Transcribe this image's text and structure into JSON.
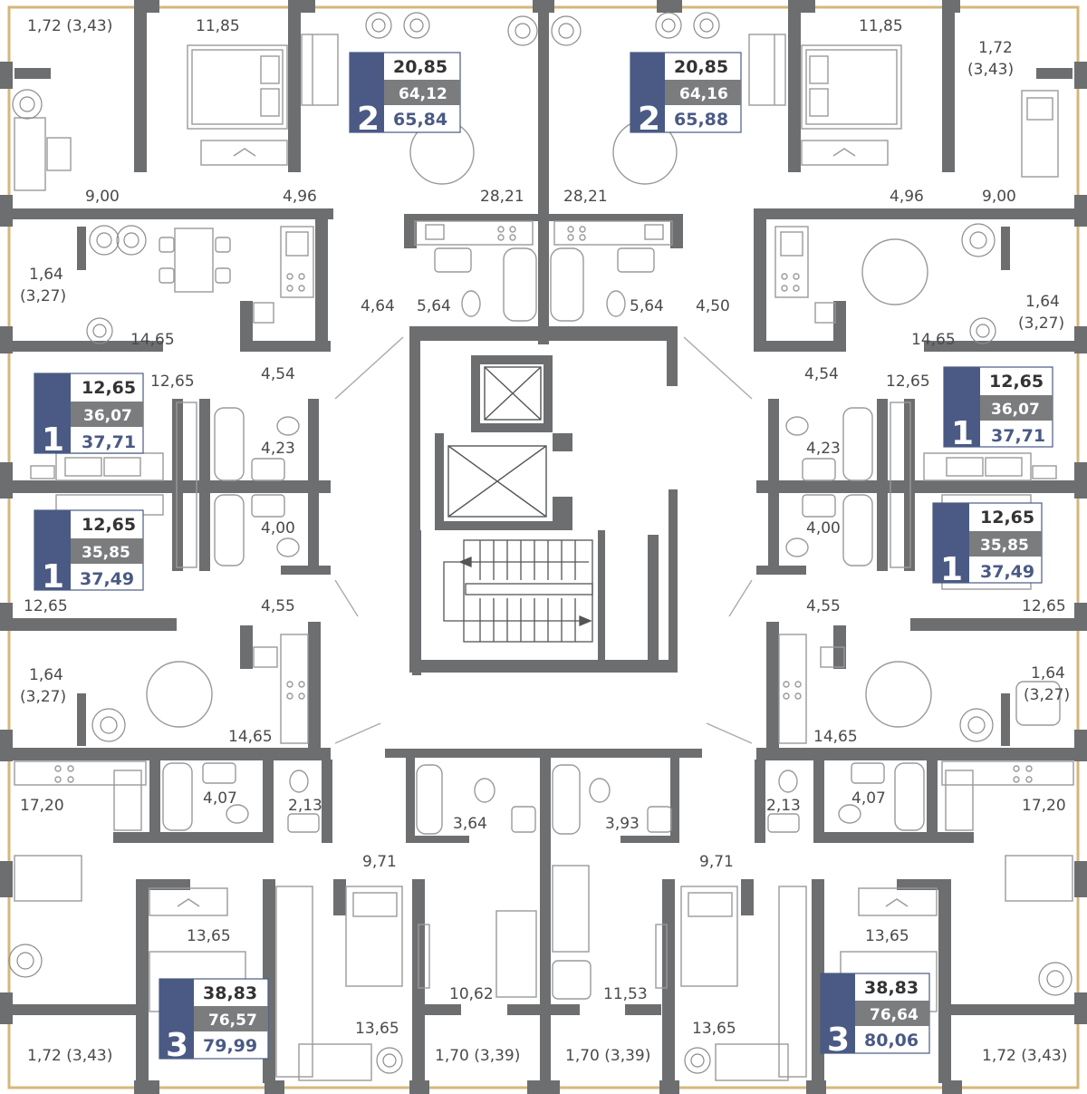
{
  "colors": {
    "wall": "#6d6e70",
    "outline": "#d6b77a",
    "badge_accent": "#4a5a85",
    "badge_mid": "#7b7c7e",
    "furniture": "#9a9a9a"
  },
  "area_labels": [
    "1,72 (3,43)",
    "11,85",
    "11,85",
    "1,72",
    "(3,43)",
    "9,00",
    "4,96",
    "28,21",
    "28,21",
    "4,96",
    "9,00",
    "1,64",
    "(3,27)",
    "1,64",
    "(3,27)",
    "4,64",
    "5,64",
    "5,64",
    "4,50",
    "14,65",
    "14,65",
    "12,65",
    "4,54",
    "4,54",
    "12,65",
    "4,23",
    "4,23",
    "4,00",
    "4,00",
    "12,65",
    "4,55",
    "4,55",
    "12,65",
    "1,64",
    "(3,27)",
    "1,64",
    "(3,27)",
    "14,65",
    "14,65",
    "17,20",
    "4,07",
    "2,13",
    "3,64",
    "3,93",
    "2,13",
    "4,07",
    "17,20",
    "9,71",
    "9,71",
    "13,65",
    "13,65",
    "10,62",
    "11,53",
    "13,65",
    "13,65",
    "1,72 (3,43)",
    "1,70 (3,39)",
    "1,70 (3,39)",
    "1,72 (3,43)"
  ],
  "apartments": [
    {
      "rooms": "2",
      "living": "20,85",
      "total": "64,12",
      "total_with_balcony": "65,84"
    },
    {
      "rooms": "2",
      "living": "20,85",
      "total": "64,16",
      "total_with_balcony": "65,88"
    },
    {
      "rooms": "1",
      "living": "12,65",
      "total": "36,07",
      "total_with_balcony": "37,71"
    },
    {
      "rooms": "1",
      "living": "12,65",
      "total": "36,07",
      "total_with_balcony": "37,71"
    },
    {
      "rooms": "1",
      "living": "12,65",
      "total": "35,85",
      "total_with_balcony": "37,49"
    },
    {
      "rooms": "1",
      "living": "12,65",
      "total": "35,85",
      "total_with_balcony": "37,49"
    },
    {
      "rooms": "3",
      "living": "38,83",
      "total": "76,57",
      "total_with_balcony": "79,99"
    },
    {
      "rooms": "3",
      "living": "38,83",
      "total": "76,64",
      "total_with_balcony": "80,06"
    }
  ]
}
